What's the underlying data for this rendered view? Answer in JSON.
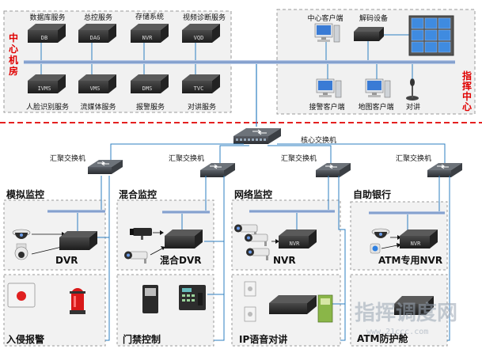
{
  "colors": {
    "bus": "#7f9cc8",
    "line": "#2d7fc1",
    "divider": "#e00000",
    "box_border": "#9a9a9a",
    "device": "#2b2b2b"
  },
  "datacenter": {
    "title": "中心机房",
    "top_services": [
      {
        "label": "数据库服务",
        "chip": "DB"
      },
      {
        "label": "总控服务",
        "chip": "DAG"
      },
      {
        "label": "存储系统",
        "chip": "NVR"
      },
      {
        "label": "视频诊断服务",
        "chip": "VQD"
      }
    ],
    "bottom_services": [
      {
        "label": "人脸识别服务",
        "chip": "IVMS"
      },
      {
        "label": "流媒体服务",
        "chip": "VMS"
      },
      {
        "label": "报警服务",
        "chip": "DMS"
      },
      {
        "label": "对讲服务",
        "chip": "TVC"
      }
    ]
  },
  "command": {
    "title": "指挥中心",
    "center_client": "中心客户端",
    "decoder": "解码设备",
    "dispatch_client": "接警客户端",
    "map_client": "地图客户端",
    "intercom": "对讲"
  },
  "core_switch": "核心交换机",
  "agg_switch": "汇聚交换机",
  "zones": {
    "analog": {
      "title": "模拟监控",
      "device": "DVR"
    },
    "hybrid": {
      "title": "混合监控",
      "device": "混合DVR"
    },
    "network": {
      "title": "网络监控",
      "device": "NVR",
      "chip": "NVR"
    },
    "bank": {
      "title": "自助银行",
      "device": "ATM专用NVR",
      "chip": "NVR"
    },
    "intrusion": {
      "title": "入侵报警"
    },
    "access": {
      "title": "门禁控制"
    },
    "voice": {
      "title": "IP语音对讲"
    },
    "atm": {
      "title": "ATM防护舱"
    }
  },
  "watermark": {
    "text": "指挥调度网",
    "url": "www.21ccc.com"
  }
}
